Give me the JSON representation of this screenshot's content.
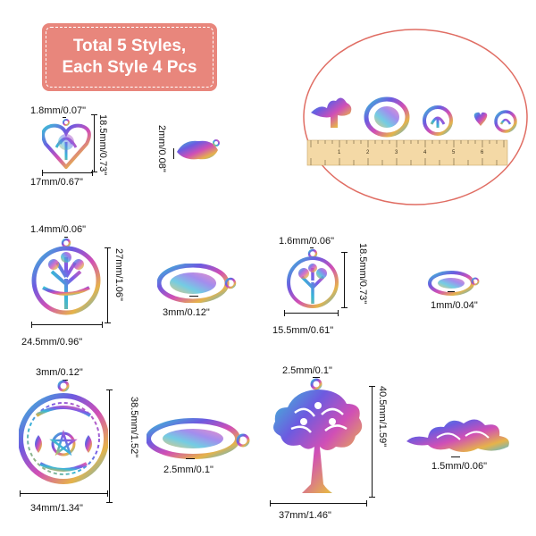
{
  "banner": {
    "line1": "Total 5 Styles,",
    "line2": "Each Style 4 Pcs"
  },
  "colors": {
    "banner": "#e8867c",
    "circle_border": "#e06d63",
    "ruler": "#f4d9a6"
  },
  "products": [
    {
      "id": "heart",
      "thickness": "1.8mm/0.07\"",
      "height": "18.5mm/0.73\"",
      "width": "17mm/0.67\"",
      "side_thickness": "2mm/0.08\""
    },
    {
      "id": "round-tree",
      "thickness": "1.4mm/0.06\"",
      "height": "27mm/1.06\"",
      "width": "24.5mm/0.96\"",
      "side_thickness": "3mm/0.12\""
    },
    {
      "id": "small-round-tree",
      "thickness": "1.6mm/0.06\"",
      "height": "18.5mm/0.73\"",
      "width": "15.5mm/0.61\"",
      "side_thickness": "1mm/0.04\""
    },
    {
      "id": "moon-pentagram",
      "thickness": "3mm/0.12\"",
      "height": "38.5mm/1.52\"",
      "width": "34mm/1.34\"",
      "side_thickness": "2.5mm/0.1\""
    },
    {
      "id": "tree",
      "thickness": "2.5mm/0.1\"",
      "height": "40.5mm/1.59\"",
      "width": "37mm/1.46\"",
      "side_thickness": "1.5mm/0.06\""
    }
  ],
  "ruler": {
    "numbers": [
      "1",
      "2",
      "3",
      "4",
      "5",
      "6"
    ]
  }
}
